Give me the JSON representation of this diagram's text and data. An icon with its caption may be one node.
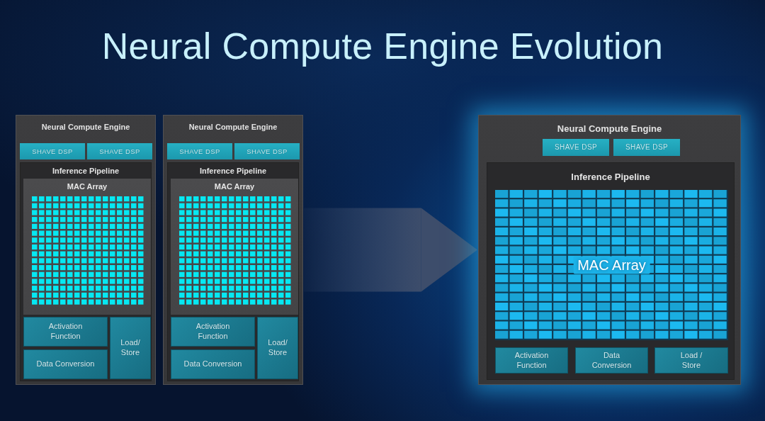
{
  "diagram": {
    "title": "Neural Compute Engine Evolution",
    "nodes": [
      {
        "text": [
          "Neural Compute Engine"
        ]
      },
      {
        "text": [
          "SHAVE DSP"
        ],
        "in": 0
      },
      {
        "text": [
          "SHAVE DSP"
        ],
        "in": 0
      },
      {
        "text": [
          "Inference Pipeline"
        ],
        "in": 0
      },
      {
        "text": [
          "MAC Array"
        ],
        "in": 3
      },
      {
        "text": [
          "Activation Function"
        ],
        "in": 3
      },
      {
        "text": [
          "Data Conversion"
        ],
        "in": 3
      },
      {
        "text": [
          "Load/ Store"
        ],
        "in": 3
      },
      {
        "text": [
          "Neural Compute Engine"
        ]
      },
      {
        "text": [
          "SHAVE DSP"
        ],
        "in": 8
      },
      {
        "text": [
          "SHAVE DSP"
        ],
        "in": 8
      },
      {
        "text": [
          "Inference Pipeline"
        ],
        "in": 8
      },
      {
        "text": [
          "MAC Array"
        ],
        "in": 11
      },
      {
        "text": [
          "Activation Function"
        ],
        "in": 11
      },
      {
        "text": [
          "Data Conversion"
        ],
        "in": 11
      },
      {
        "text": [
          "Load/ Store"
        ],
        "in": 11
      },
      {
        "text": [
          "Neural Compute Engine"
        ]
      },
      {
        "text": [
          "SHAVE DSP"
        ],
        "in": 16
      },
      {
        "text": [
          "SHAVE DSP"
        ],
        "in": 16
      },
      {
        "text": [
          "Inference Pipeline"
        ],
        "in": 16
      },
      {
        "text": [
          "MAC Array"
        ],
        "in": 19
      },
      {
        "text": [
          "Activation Function"
        ],
        "in": 19
      },
      {
        "text": [
          "Data Conversion"
        ],
        "in": 19
      },
      {
        "text": [
          "Load / Store"
        ],
        "in": 19
      }
    ],
    "edges": [
      {
        "from": 8,
        "to": 16,
        "arrow": "to",
        "style": "thick"
      }
    ]
  }
}
